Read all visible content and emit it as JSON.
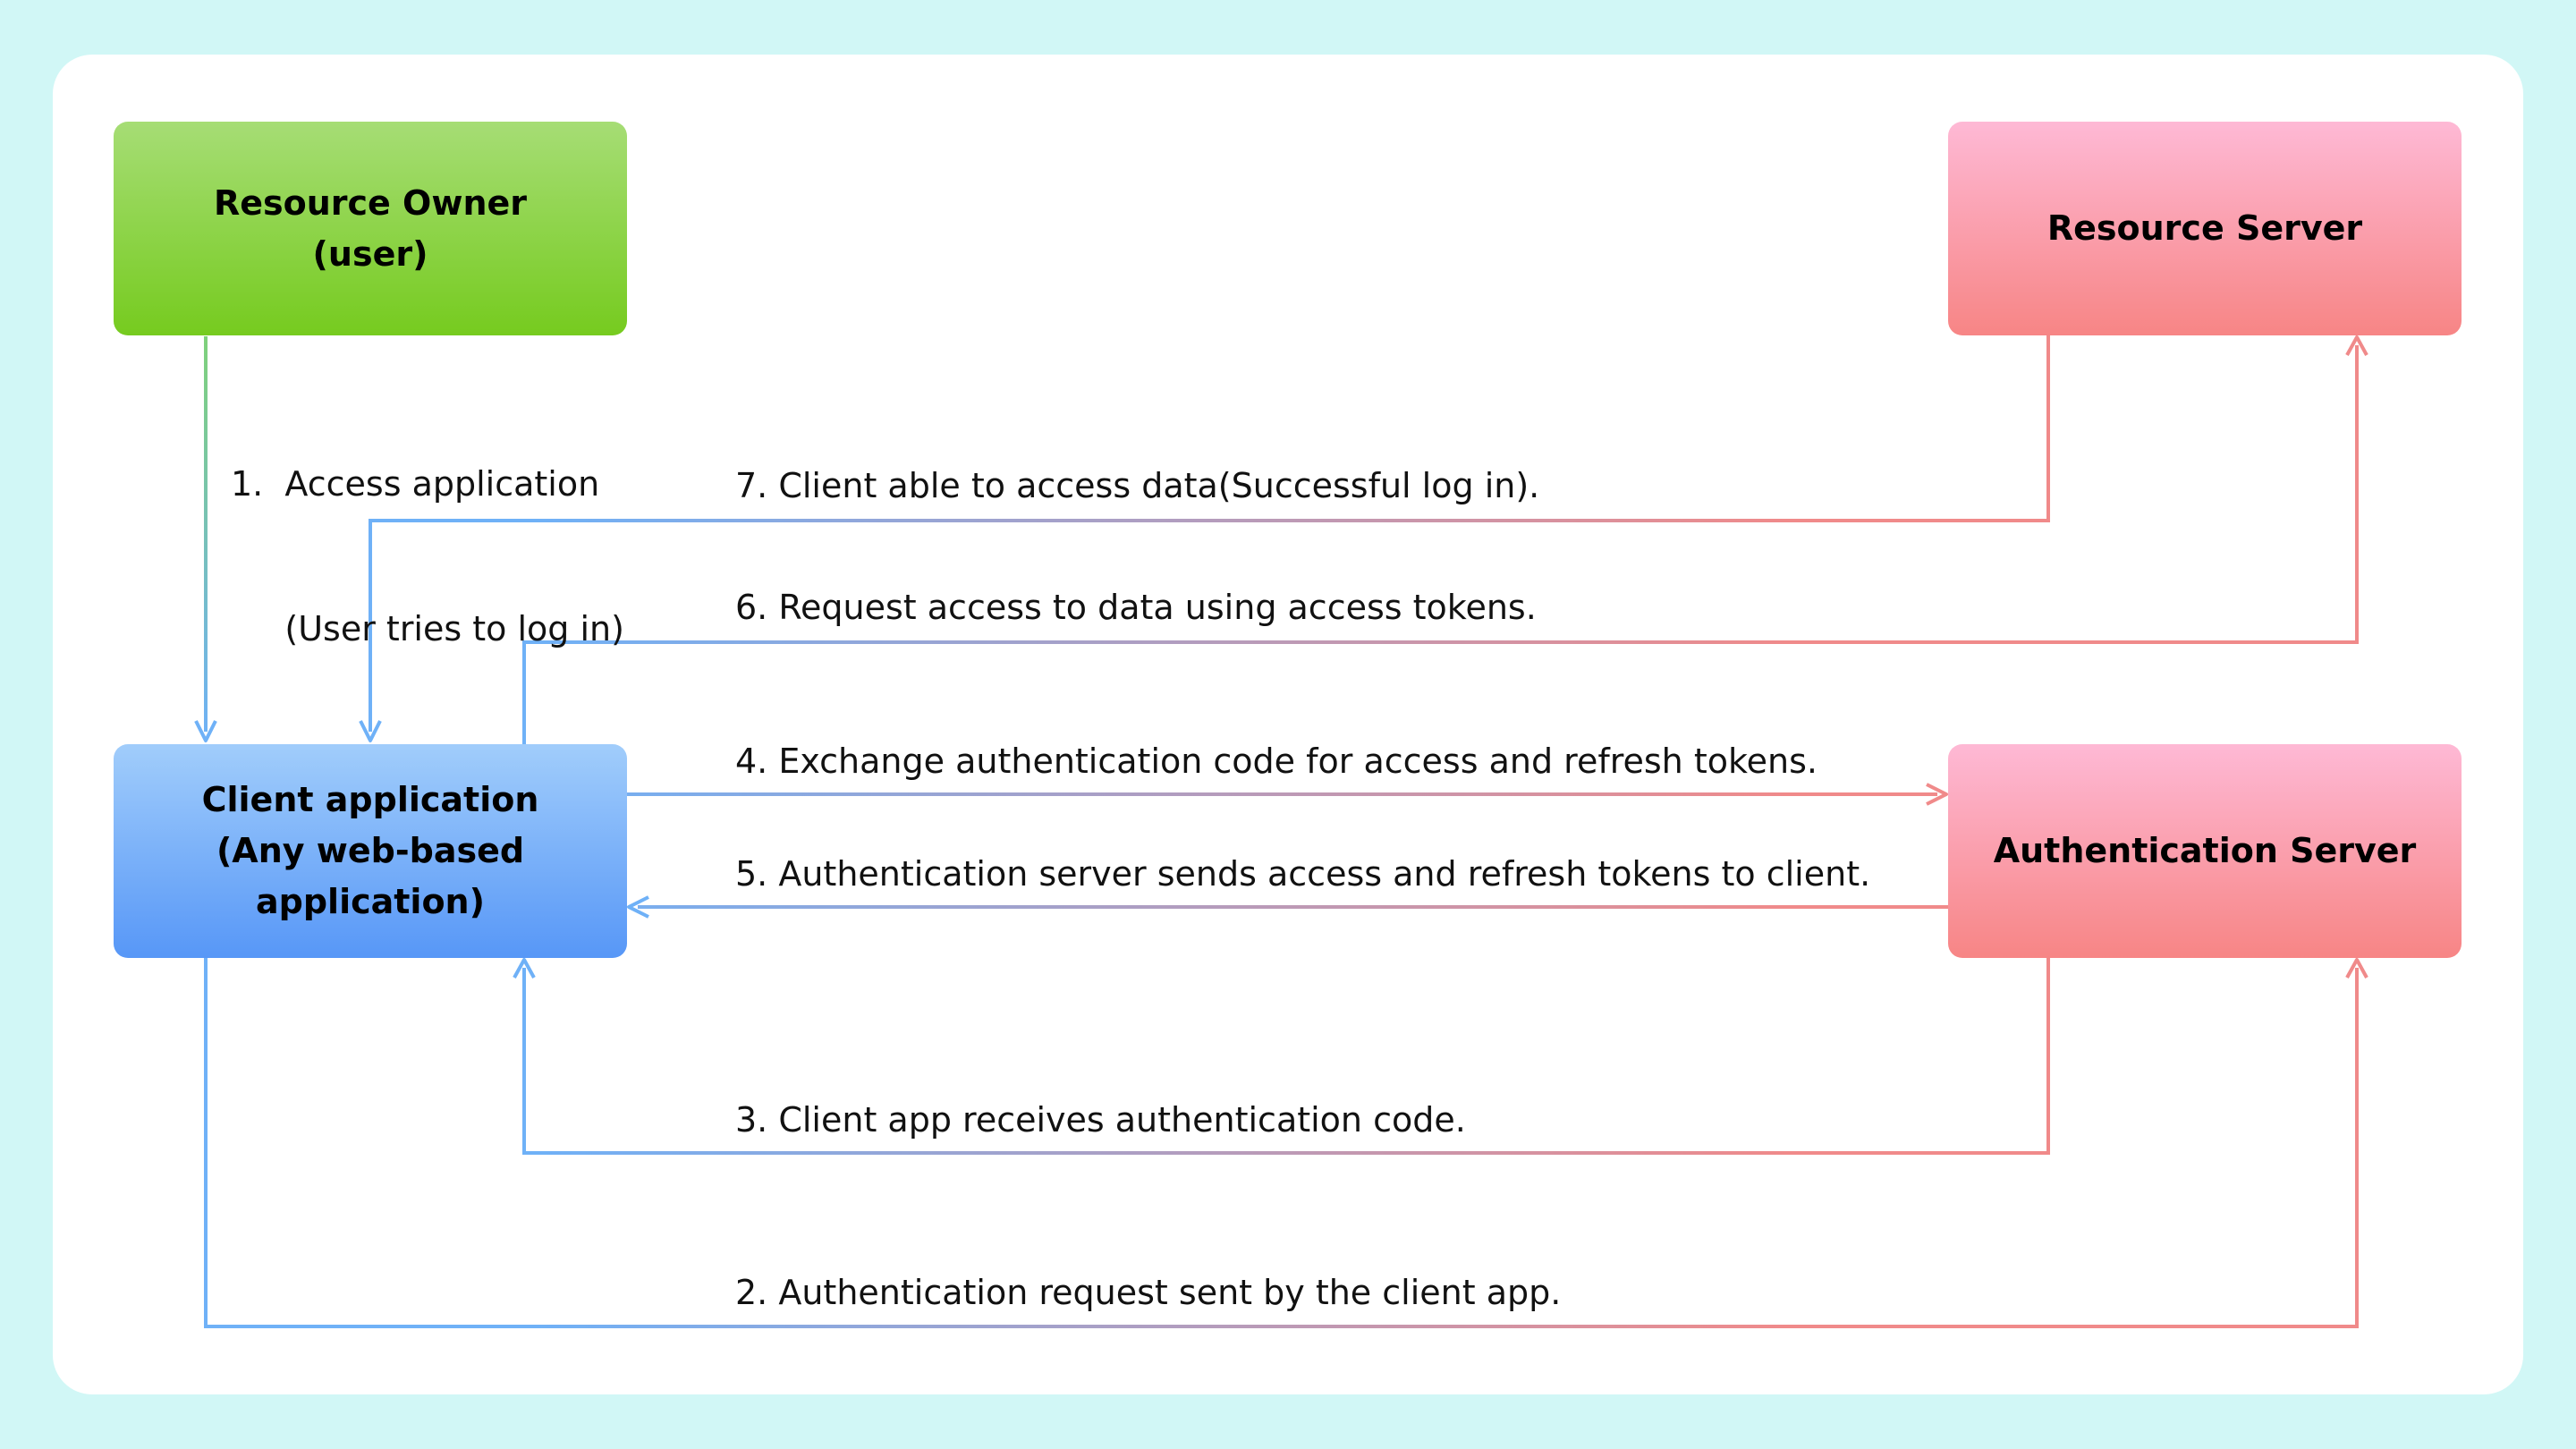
{
  "nodes": {
    "resource_owner": [
      "Resource Owner",
      "(user)"
    ],
    "client_application": [
      "Client application",
      "(Any web-based",
      "application)"
    ],
    "resource_server": [
      "Resource Server"
    ],
    "authentication_server": [
      "Authentication Server"
    ]
  },
  "steps": {
    "step1": [
      "1.  Access application",
      "     (User tries to log in)"
    ],
    "step2": "2. Authentication request sent by the client app.",
    "step3": "3. Client app receives authentication code.",
    "step4": "4. Exchange authentication code for access and refresh tokens.",
    "step5": "5. Authentication server sends access and refresh tokens to client.",
    "step6": "6. Request access to data using access tokens.",
    "step7": "7. Client able to access data(Successful log in)."
  },
  "colors": {
    "page_background": "#d1f7f6",
    "card_background": "#ffffff",
    "owner_box": [
      "#a6dd75",
      "#76cb1f"
    ],
    "client_box": [
      "#a1cdfb",
      "#5797f7"
    ],
    "server_box": [
      "#feb9d5",
      "#f78585"
    ],
    "client_line": "#6fb1f7",
    "server_line": "#f08a8a",
    "owner_line": "#7fd17a"
  }
}
